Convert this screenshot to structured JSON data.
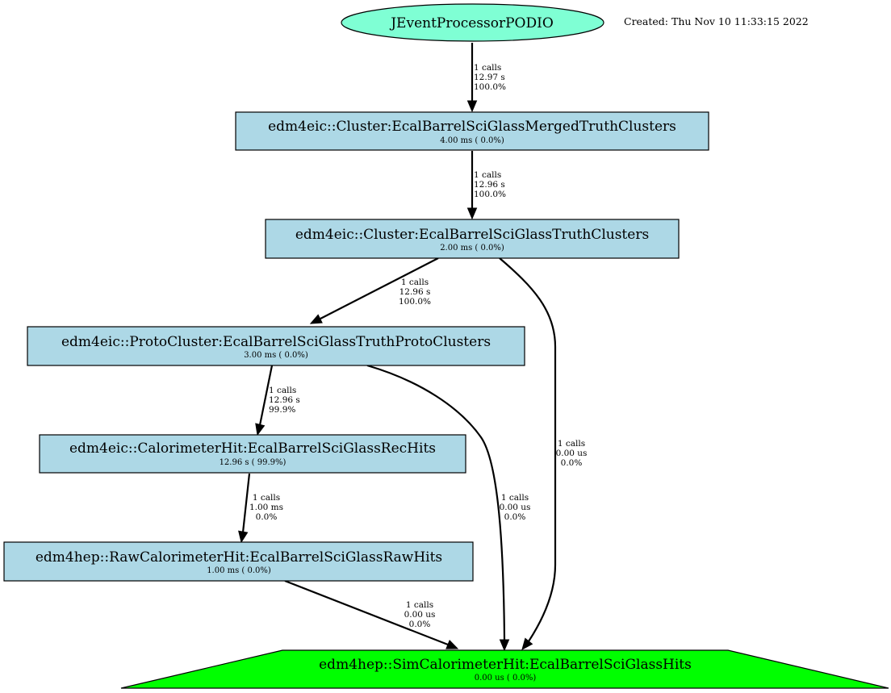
{
  "created": "Created: Thu Nov 10 11:33:15 2022",
  "colors": {
    "root_fill": "#7fffd4",
    "box_fill": "#add8e6",
    "sink_fill": "#00ff00",
    "stroke": "#000000"
  },
  "nodes": [
    {
      "id": "root",
      "shape": "ellipse",
      "title": "JEventProcessorPODIO",
      "sub": ""
    },
    {
      "id": "merged",
      "shape": "box",
      "title": "edm4eic::Cluster:EcalBarrelSciGlassMergedTruthClusters",
      "sub": "4.00 ms (  0.0%)"
    },
    {
      "id": "truth",
      "shape": "box",
      "title": "edm4eic::Cluster:EcalBarrelSciGlassTruthClusters",
      "sub": "2.00 ms (  0.0%)"
    },
    {
      "id": "proto",
      "shape": "box",
      "title": "edm4eic::ProtoCluster:EcalBarrelSciGlassTruthProtoClusters",
      "sub": "3.00 ms (  0.0%)"
    },
    {
      "id": "rechits",
      "shape": "box",
      "title": "edm4eic::CalorimeterHit:EcalBarrelSciGlassRecHits",
      "sub": "12.96 s ( 99.9%)"
    },
    {
      "id": "rawhits",
      "shape": "box",
      "title": "edm4hep::RawCalorimeterHit:EcalBarrelSciGlassRawHits",
      "sub": "1.00 ms (  0.0%)"
    },
    {
      "id": "simhits",
      "shape": "trapezium",
      "title": "edm4hep::SimCalorimeterHit:EcalBarrelSciGlassHits",
      "sub": "0.00 us (  0.0%)"
    }
  ],
  "edges": [
    {
      "from": "root",
      "to": "merged",
      "label": [
        "1 calls",
        "12.97 s",
        "100.0%"
      ]
    },
    {
      "from": "merged",
      "to": "truth",
      "label": [
        "1 calls",
        "12.96 s",
        "100.0%"
      ]
    },
    {
      "from": "truth",
      "to": "proto",
      "label": [
        "1 calls",
        "12.96 s",
        "100.0%"
      ]
    },
    {
      "from": "truth",
      "to": "simhits",
      "label": [
        "1 calls",
        "0.00 us",
        "0.0%"
      ]
    },
    {
      "from": "proto",
      "to": "rechits",
      "label": [
        "1 calls",
        "12.96 s",
        "99.9%"
      ]
    },
    {
      "from": "proto",
      "to": "simhits",
      "label": [
        "1 calls",
        "0.00 us",
        "0.0%"
      ]
    },
    {
      "from": "rechits",
      "to": "rawhits",
      "label": [
        "1 calls",
        "1.00 ms",
        "0.0%"
      ]
    },
    {
      "from": "rawhits",
      "to": "simhits",
      "label": [
        "1 calls",
        "0.00 us",
        "0.0%"
      ]
    }
  ]
}
